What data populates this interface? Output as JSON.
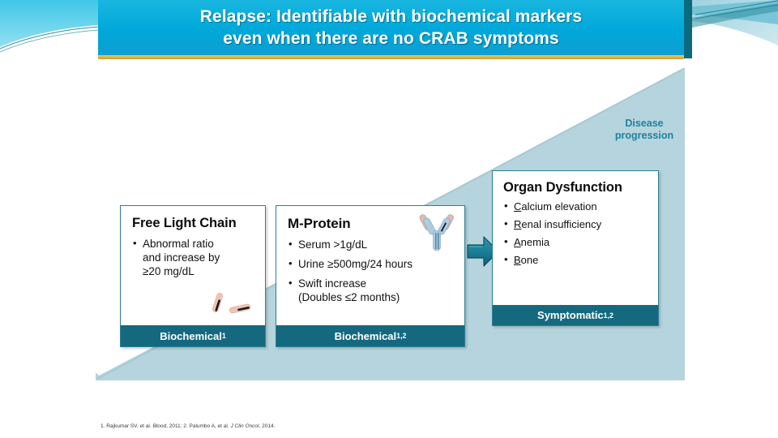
{
  "banner": {
    "title": "Relapse: Identifiable with biochemical markers even when there are no CRAB symptoms",
    "line1": "Relapse: Identifiable with biochemical markers",
    "line2": "even when there are no CRAB symptoms",
    "bg_color": "#00a8da",
    "rule_color": "#d9b44b"
  },
  "wedge": {
    "label_line1": "Disease",
    "label_line2": "progression",
    "fill_color": "#b6d4dd",
    "label_color": "#1c83a0"
  },
  "cards": [
    {
      "id": "free-light-chain",
      "title": "Free Light Chain",
      "bullets": [
        "Abnormal ratio and increase by ≥20 mg/dL"
      ],
      "footer_label": "Biochemical",
      "footer_refs": "1",
      "icon": "light-chain-icon",
      "footer_color": "#14697f",
      "border_color": "#2b7f94"
    },
    {
      "id": "m-protein",
      "title": "M-Protein",
      "bullets": [
        "Serum >1g/dL",
        "Urine ≥500mg/24 hours",
        "Swift increase (Doubles ≤2 months)"
      ],
      "bullet3_line1": "Swift increase",
      "bullet3_line2": "(Doubles ≤2 months)",
      "footer_label": "Biochemical",
      "footer_refs": "1,2",
      "icon": "antibody-icon",
      "footer_color": "#14697f",
      "border_color": "#2b7f94"
    },
    {
      "id": "organ-dysfunction",
      "title": "Organ Dysfunction",
      "bullets": [
        {
          "initial": "C",
          "rest": "alcium elevation"
        },
        {
          "initial": "R",
          "rest": "enal insufficiency"
        },
        {
          "initial": "A",
          "rest": "nemia"
        },
        {
          "initial": "B",
          "rest": "one"
        }
      ],
      "footer_label": "Symptomatic",
      "footer_refs": "1,2",
      "footer_color": "#14697f",
      "border_color": "#2b7f94"
    }
  ],
  "card1_bullet1_line1": "Abnormal ratio",
  "card1_bullet1_line2": "and increase by",
  "card1_bullet1_line3": "≥20 mg/dL",
  "arrow": {
    "name": "progression-arrow",
    "color": "#1b7f98"
  },
  "footnote": {
    "ref1_prefix": "1. Rajkumar SV, et al. ",
    "ref1_journal": "Blood",
    "ref1_suffix": ", 2011; ",
    "ref2_prefix": "2. Palumbo A, et al. ",
    "ref2_journal": "J Clin Oncol",
    "ref2_suffix": ", 2014."
  }
}
